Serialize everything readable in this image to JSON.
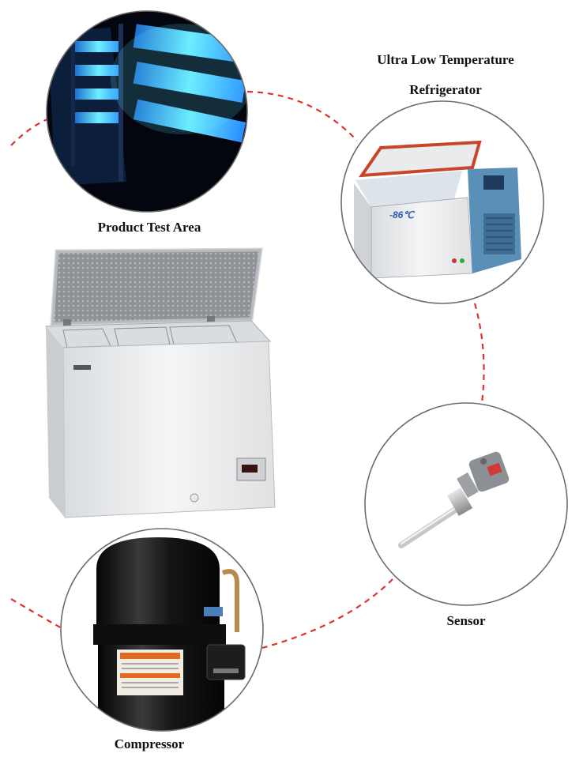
{
  "labels": {
    "product_test_area": "Product Test Area",
    "ultra_low_line1": "Ultra Low Temperature",
    "ultra_low_line2": "Refrigerator",
    "sensor": "Sensor",
    "compressor": "Compressor"
  },
  "freezer_display": "-86℃",
  "colors": {
    "connector": "#e03030",
    "circle_border": "#6a6a6a",
    "uv_light": "#4fd8ff",
    "freezer_lid": "#c8452a",
    "panel_blue": "#5a8fb8",
    "compressor_body": "#151515"
  }
}
